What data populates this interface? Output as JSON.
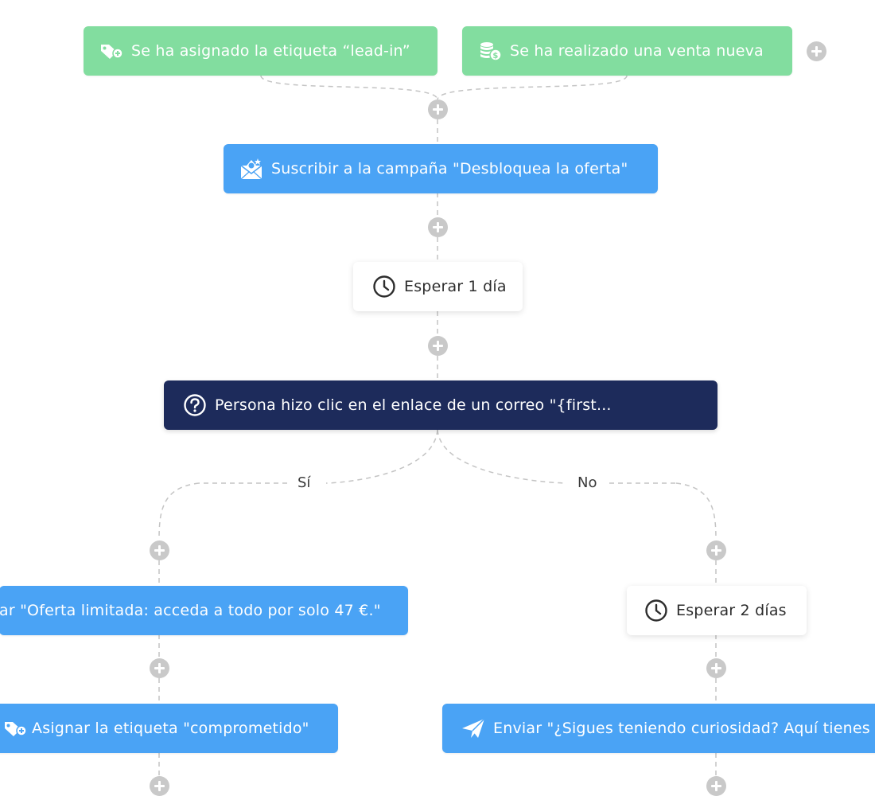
{
  "workflow": {
    "triggers": [
      {
        "label": "Se ha asignado la etiqueta “lead-in”",
        "icon": "tag-plus-icon"
      },
      {
        "label": "Se ha realizado una venta nueva",
        "icon": "coins-dollar-icon"
      }
    ],
    "steps": {
      "subscribe": {
        "label": "Suscribir a la campaña \"Desbloquea la oferta\"",
        "icon": "envelope-campaign-icon"
      },
      "wait1": {
        "label": "Esperar 1 día",
        "icon": "clock-icon"
      },
      "condition": {
        "label": "Persona hizo clic en el enlace de un correo \"{first...",
        "icon": "question-circle-icon"
      }
    },
    "branches": {
      "yes": {
        "label": "Sí",
        "steps": [
          {
            "label": "ar \"Oferta limitada: acceda a todo por solo 47 €.\""
          },
          {
            "label": "Asignar la etiqueta \"comprometido\"",
            "icon": "tag-plus-icon"
          }
        ]
      },
      "no": {
        "label": "No",
        "steps": [
          {
            "label": "Esperar 2 días",
            "icon": "clock-icon"
          },
          {
            "label": "Enviar \"¿Sigues teniendo curiosidad? Aquí tienes",
            "icon": "paper-plane-icon"
          }
        ]
      }
    }
  },
  "colors": {
    "trigger": "#82dd9f",
    "action": "#4aa3f5",
    "condition": "#1d2b5b",
    "wait": "#ffffff",
    "connector": "#c9c9c9"
  }
}
